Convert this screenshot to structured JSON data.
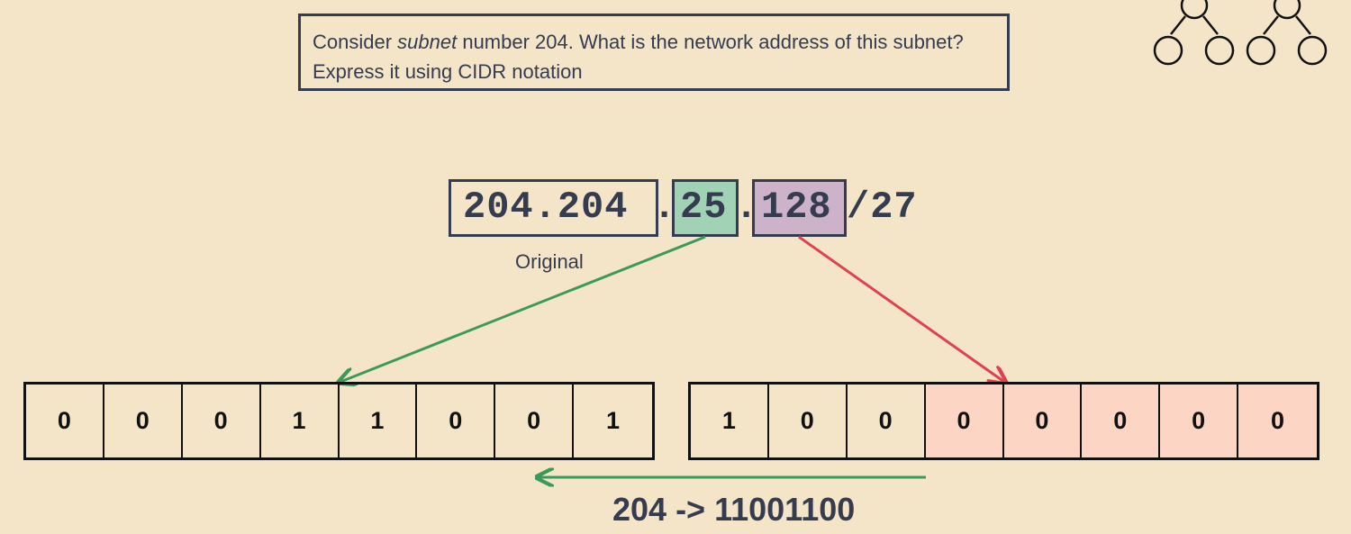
{
  "question": {
    "line1_prefix": "Consider ",
    "line1_emph": "subnet",
    "line1_suffix": " number 204. What is the network address of this subnet?",
    "line2": "Express it using CIDR notation"
  },
  "ip": {
    "part1": "204.204",
    "dot1": ".",
    "part2": "25",
    "dot2": ".",
    "part3": "128",
    "suffix": "/27",
    "original_label": "Original"
  },
  "bits_left": [
    "0",
    "0",
    "0",
    "1",
    "1",
    "0",
    "0",
    "1"
  ],
  "bits_right": [
    {
      "value": "1",
      "host": false
    },
    {
      "value": "0",
      "host": false
    },
    {
      "value": "0",
      "host": false
    },
    {
      "value": "0",
      "host": true
    },
    {
      "value": "0",
      "host": true
    },
    {
      "value": "0",
      "host": true
    },
    {
      "value": "0",
      "host": true
    },
    {
      "value": "0",
      "host": true
    }
  ],
  "formula": "204 -> 11001100",
  "colors": {
    "background": "#f5e5c8",
    "text": "#353c50",
    "green_box": "#a2d2b6",
    "purple_box": "#cdb3c9",
    "host_cell": "#fdd5c5",
    "green_arrow": "#3a9a5c",
    "red_arrow": "#e04050"
  },
  "icons": [
    "tree-icon"
  ]
}
